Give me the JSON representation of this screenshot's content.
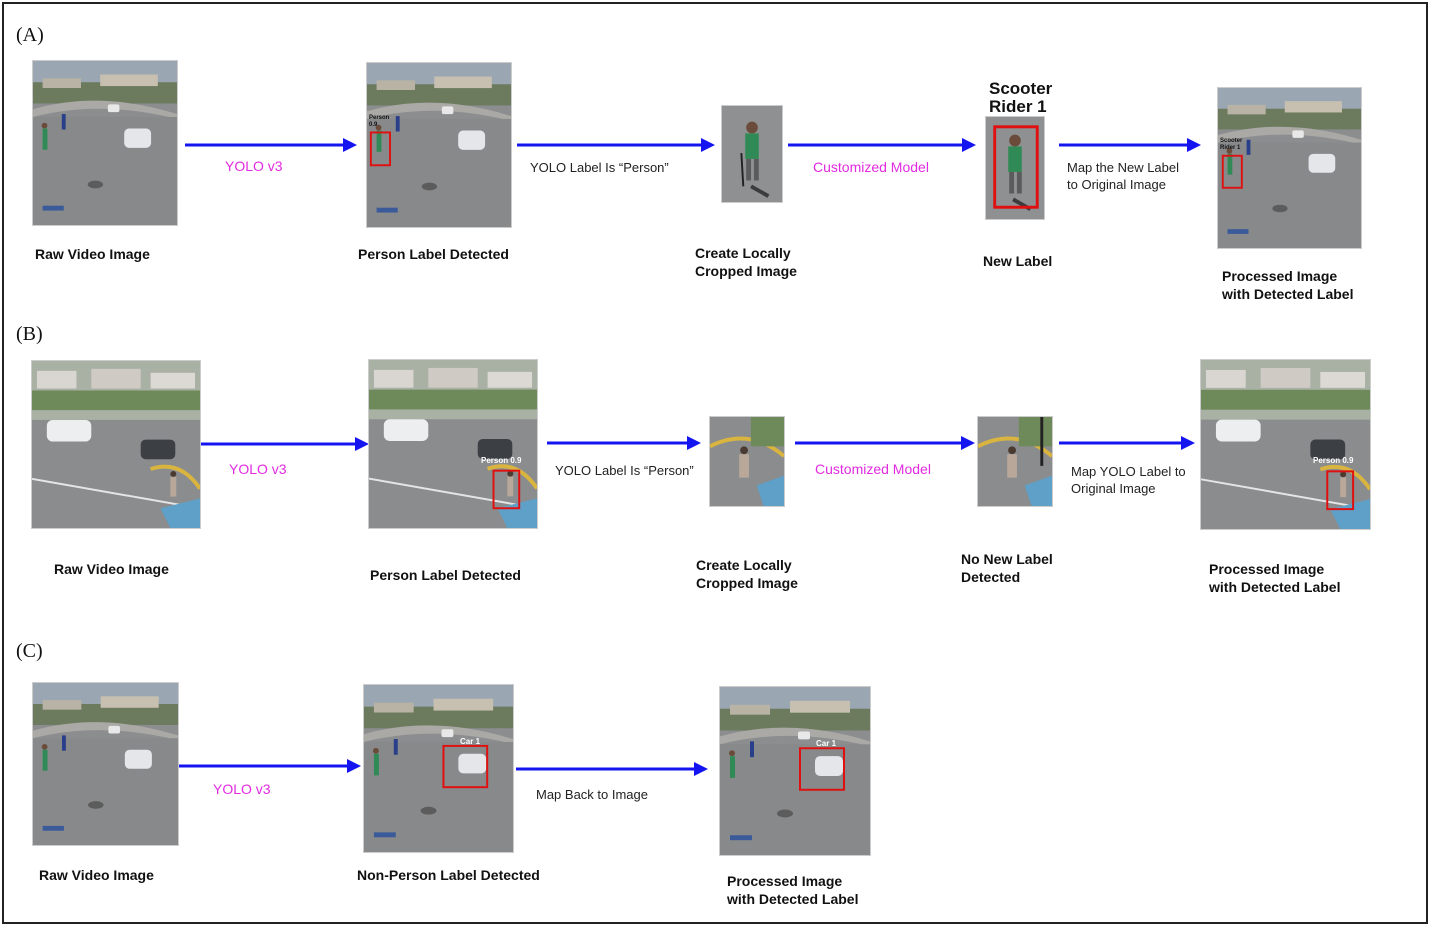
{
  "colors": {
    "arrow": "#1414f0",
    "model_text": "#e22be0",
    "bbox": "#e01010"
  },
  "panels": {
    "a": {
      "label": "(A)",
      "model1": "YOLO v3",
      "step1": "YOLO Label Is “Person”",
      "model2": "Customized Model",
      "step2": "Map the New Label\nto Original Image",
      "cap_raw": "Raw Video Image",
      "cap_person": "Person Label Detected",
      "cap_crop": "Create Locally\nCropped Image",
      "cap_new": "New Label",
      "cap_processed": "Processed Image\nwith Detected Label",
      "new_label_text": "Scooter\nRider  1",
      "tag_person": "Person\n0.9",
      "tag_scooter": "Scooter\nRider  1"
    },
    "b": {
      "label": "(B)",
      "model1": "YOLO v3",
      "step1": "YOLO Label Is “Person”",
      "model2": "Customized Model",
      "step2": "Map YOLO Label to\nOriginal Image",
      "cap_raw": "Raw Video Image",
      "cap_person": "Person Label Detected",
      "cap_crop": "Create Locally\nCropped Image",
      "cap_new": "No New Label\nDetected",
      "cap_processed": "Processed Image\nwith Detected Label",
      "tag_person": "Person 0.9"
    },
    "c": {
      "label": "(C)",
      "model1": "YOLO v3",
      "step1": "Map Back to Image",
      "cap_raw": "Raw Video Image",
      "cap_person": "Non-Person Label Detected",
      "cap_processed": "Processed Image\nwith Detected Label",
      "tag_car": "Car  1"
    }
  }
}
